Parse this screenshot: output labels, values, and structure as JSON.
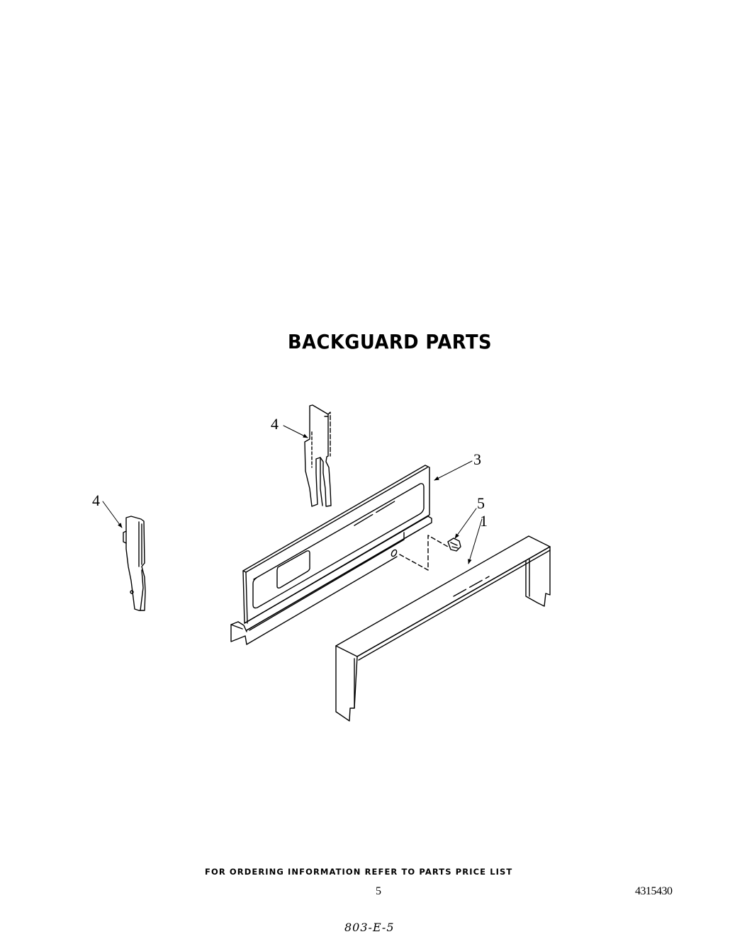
{
  "page": {
    "title": "BACKGUARD PARTS",
    "footer_note": "FOR ORDERING INFORMATION REFER TO PARTS PRICE LIST",
    "page_number": "5",
    "document_number": "4315430",
    "handwritten_ref": "803-E-5"
  },
  "diagram": {
    "callouts": [
      {
        "id": "callout-4-upper",
        "label": "4",
        "part": "end cap bracket (upper)"
      },
      {
        "id": "callout-4-left",
        "label": "4",
        "part": "end cap bracket (left)"
      },
      {
        "id": "callout-3",
        "label": "3",
        "part": "backguard panel"
      },
      {
        "id": "callout-5",
        "label": "5",
        "part": "clip / fastener"
      },
      {
        "id": "callout-1",
        "label": "1",
        "part": "backguard base frame"
      }
    ],
    "colors": {
      "line": "#000000",
      "background": "#ffffff"
    }
  }
}
